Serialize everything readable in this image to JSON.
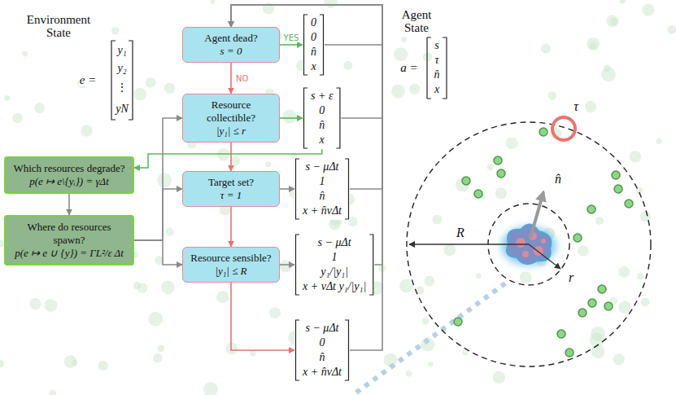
{
  "diagram": {
    "nodes": [
      {
        "text": [
          "Agent dead?",
          "s = 0"
        ]
      },
      {
        "text": [
          "0",
          "0",
          "n̂",
          "x"
        ]
      },
      {
        "text": [
          "Resource collectible?",
          "|y₁| ≤ r"
        ]
      },
      {
        "text": [
          "s + ε",
          "0",
          "n̂",
          "x"
        ]
      },
      {
        "text": [
          "Target set?",
          "τ = 1"
        ]
      },
      {
        "text": [
          "s − μΔt",
          "1",
          "n̂",
          "x + n̂vΔt"
        ]
      },
      {
        "text": [
          "Resource sensible?",
          "|y₁| ≤ R"
        ]
      },
      {
        "text": [
          "s − μΔt",
          "1",
          "y₁/|y₁|",
          "x + vΔt y₁/|y₁|"
        ]
      },
      {
        "text": [
          "s − μΔt",
          "0",
          "n̂",
          "x + n̂vΔt"
        ]
      },
      {
        "text": [
          "Which resources degrade?",
          "p(e ↦ e\\{yᵢ}) = γΔt"
        ]
      },
      {
        "text": [
          "Where do resources spawn?",
          "p(e ↦ e ∪ {y}) = ΓL²/ε Δt"
        ]
      }
    ],
    "edges": [
      {
        "from": 0,
        "to": 1,
        "arrow": "to",
        "label": "YES"
      },
      {
        "from": 0,
        "to": 2,
        "arrow": "to",
        "label": "NO"
      },
      {
        "from": 2,
        "to": 3,
        "arrow": "to"
      },
      {
        "from": 2,
        "to": 4,
        "arrow": "to"
      },
      {
        "from": 4,
        "to": 5,
        "arrow": "to"
      },
      {
        "from": 4,
        "to": 6,
        "arrow": "to"
      },
      {
        "from": 6,
        "to": 7,
        "arrow": "to"
      },
      {
        "from": 6,
        "to": 8,
        "arrow": "to"
      },
      {
        "from": 3,
        "to": 9,
        "arrow": "to"
      },
      {
        "from": 9,
        "to": 10,
        "arrow": "to"
      },
      {
        "from": 10,
        "to": 2,
        "arrow": "to"
      },
      {
        "from": 10,
        "to": 4,
        "arrow": "to"
      },
      {
        "from": 10,
        "to": 6,
        "arrow": "to"
      },
      {
        "from": 1,
        "to": 0,
        "arrow": "to"
      },
      {
        "from": 3,
        "to": 0,
        "arrow": "to"
      },
      {
        "from": 5,
        "to": 0,
        "arrow": "to"
      },
      {
        "from": 7,
        "to": 0,
        "arrow": "to"
      },
      {
        "from": 8,
        "to": 0,
        "arrow": "to"
      }
    ],
    "labels": [
      "Environment State",
      "e =",
      "y₁",
      "y₂",
      "⋮",
      "yN",
      "Agent State",
      "a =",
      "s",
      "τ",
      "n̂",
      "x",
      "τ",
      "n̂",
      "R",
      "r"
    ]
  }
}
